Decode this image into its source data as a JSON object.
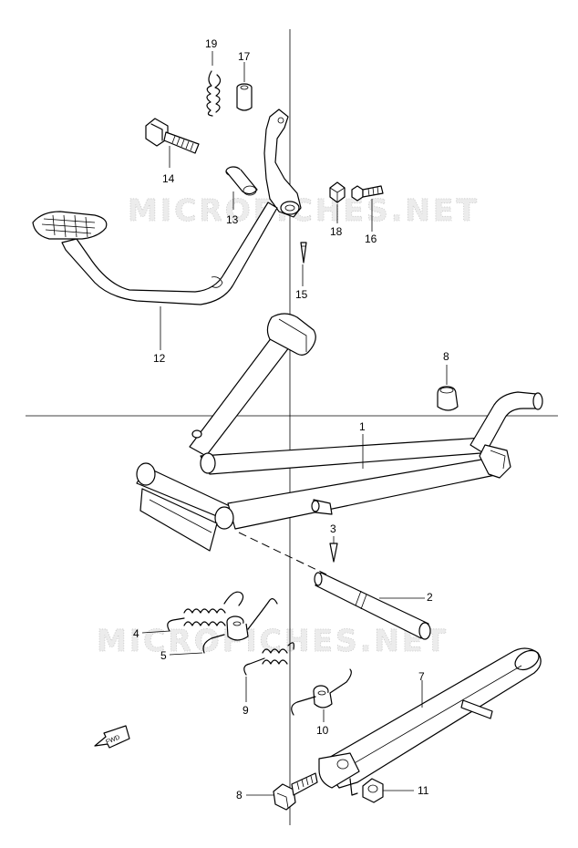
{
  "watermarks": [
    "MICROFICHES.NET",
    "MICROFICHES.NET"
  ],
  "fwd_label": "FWD",
  "callouts": [
    {
      "id": "1",
      "label": "1"
    },
    {
      "id": "2",
      "label": "2"
    },
    {
      "id": "3",
      "label": "3"
    },
    {
      "id": "4",
      "label": "4"
    },
    {
      "id": "5",
      "label": "5"
    },
    {
      "id": "7",
      "label": "7"
    },
    {
      "id": "8a",
      "label": "8"
    },
    {
      "id": "8b",
      "label": "8"
    },
    {
      "id": "9",
      "label": "9"
    },
    {
      "id": "10",
      "label": "10"
    },
    {
      "id": "11",
      "label": "11"
    },
    {
      "id": "12",
      "label": "12"
    },
    {
      "id": "13",
      "label": "13"
    },
    {
      "id": "14",
      "label": "14"
    },
    {
      "id": "15",
      "label": "15"
    },
    {
      "id": "16",
      "label": "16"
    },
    {
      "id": "17",
      "label": "17"
    },
    {
      "id": "18",
      "label": "18"
    },
    {
      "id": "19",
      "label": "19"
    }
  ],
  "colors": {
    "line": "#000000",
    "watermark": "#c9c9c9",
    "background": "#ffffff"
  }
}
